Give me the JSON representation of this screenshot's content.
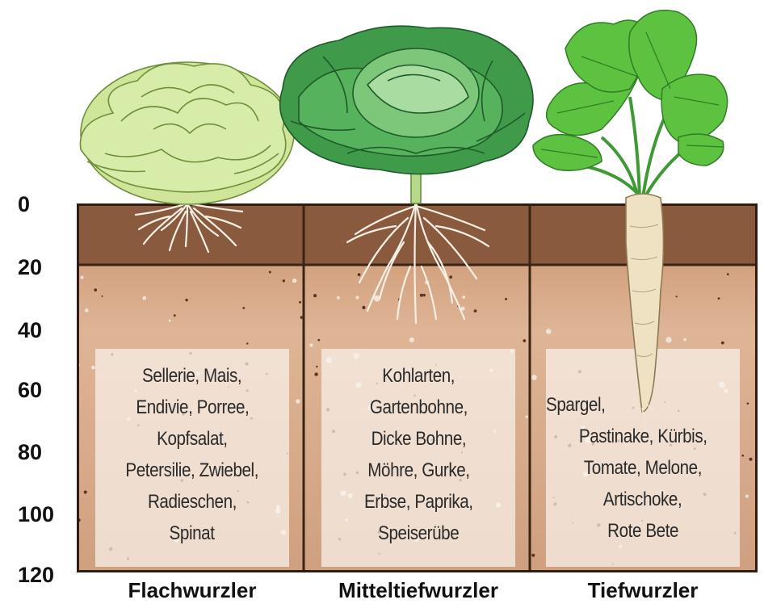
{
  "depth_axis": {
    "labels": [
      "0",
      "20",
      "40",
      "60",
      "80",
      "100",
      "120"
    ]
  },
  "columns": [
    {
      "title": "Flachwurzler",
      "plants": [
        "Sellerie, Mais,",
        "Endivie, Porree,",
        "Kopfsalat,",
        "Petersilie, Zwiebel,",
        "Radieschen,",
        "Spinat"
      ]
    },
    {
      "title": "Mitteltiefwurzler",
      "plants": [
        "Kohlarten,",
        "Gartenbohne,",
        "Dicke Bohne,",
        "Möhre, Gurke,",
        "Erbse, Paprika,",
        "Speiserübe"
      ]
    },
    {
      "title": "Tiefwurzler",
      "plants": [
        "Spargel,",
        "Pastinake, Kürbis,",
        "Tomate, Melone,",
        "Artischoke,",
        "Rote Bete"
      ]
    }
  ],
  "colors": {
    "topsoil": "#8a5a3e",
    "subsoil": "#d9ad8e",
    "border": "#2e1d10",
    "lettuce": "#c9e38a",
    "cabbage": "#3f9a4a",
    "parsnip_leaves": "#5cc23f",
    "root": "#f5eee4"
  }
}
